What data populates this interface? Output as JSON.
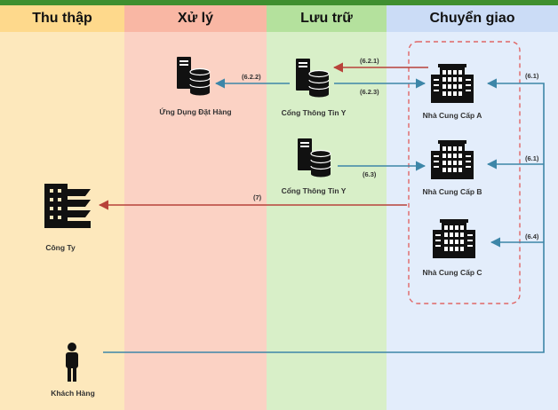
{
  "lanes": [
    {
      "title": "Thu thập"
    },
    {
      "title": "Xử lý"
    },
    {
      "title": "Lưu trữ"
    },
    {
      "title": "Chuyển giao"
    }
  ],
  "nodes": {
    "app": "Ứng Dụng Đặt Hàng",
    "portal_1": "Cổng Thông Tin Y",
    "portal_2": "Cổng Thông Tin Y",
    "supplier_a": "Nhà Cung Cấp A",
    "supplier_b": "Nhà Cung Cấp B",
    "supplier_c": "Nhà Cung Cấp C",
    "company": "Công Ty",
    "customer": "Khách Hàng"
  },
  "edges": {
    "e_621": "(6.2.1)",
    "e_622": "(6.2.2)",
    "e_623": "(6.2.3)",
    "e_61a": "(6.1)",
    "e_61b": "(6.1)",
    "e_63": "(6.3)",
    "e_64": "(6.4)",
    "e_7": "(7)"
  },
  "colors": {
    "flow_blue": "#3d86a8",
    "flow_red": "#b8423a",
    "group_border": "#e06666",
    "icon": "#111111"
  }
}
